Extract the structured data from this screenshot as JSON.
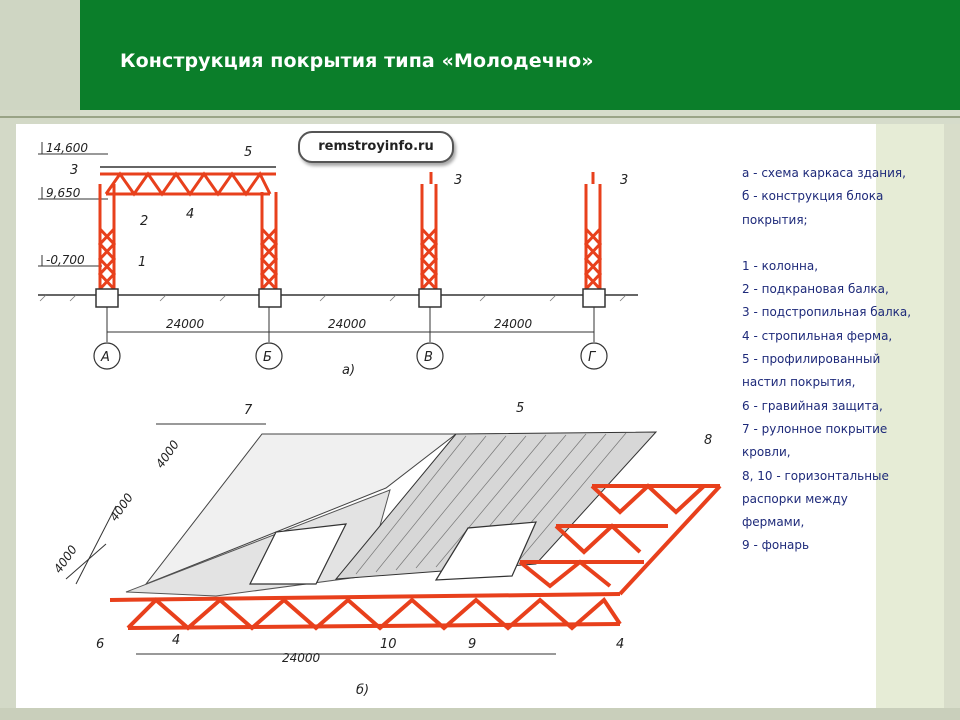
{
  "title": "Конструкция покрытия типа «Молодечно»",
  "watermark": "remstroyinfo.ru",
  "legend": [
    "а - схема каркаса здания,",
    "б - конструкция блока",
    "покрытия;",
    "",
    "1 - колонна,",
    "2 - подкрановая балка,",
    "3 - подстропильная балка,",
    "4 - стропильная ферма,",
    "5 - профилированный",
    "настил покрытия,",
    "6 - гравийная защита,",
    "7 - рулонное покрытие",
    "кровли,",
    "8, 10 - горизонтальные",
    "распорки между",
    "фермами,",
    " 9 - фонарь"
  ],
  "diagram_a": {
    "elevations": [
      "14,600",
      "9,650",
      "-0,700"
    ],
    "spans": [
      "24000",
      "24000",
      "24000"
    ],
    "axes": [
      "А",
      "Б",
      "В",
      "Г"
    ],
    "part_labels": [
      "1",
      "2",
      "3",
      "4",
      "5",
      "3",
      "3"
    ],
    "caption": "а)"
  },
  "diagram_b": {
    "dims": [
      "4000",
      "4000",
      "4000",
      "24000"
    ],
    "part_labels": [
      "7",
      "5",
      "8",
      "6",
      "4",
      "10",
      "9",
      "4"
    ],
    "caption": "б)"
  },
  "colors": {
    "header": "#0b7e2a",
    "steel": "#e8401c",
    "legend_text": "#1e2a7a"
  }
}
